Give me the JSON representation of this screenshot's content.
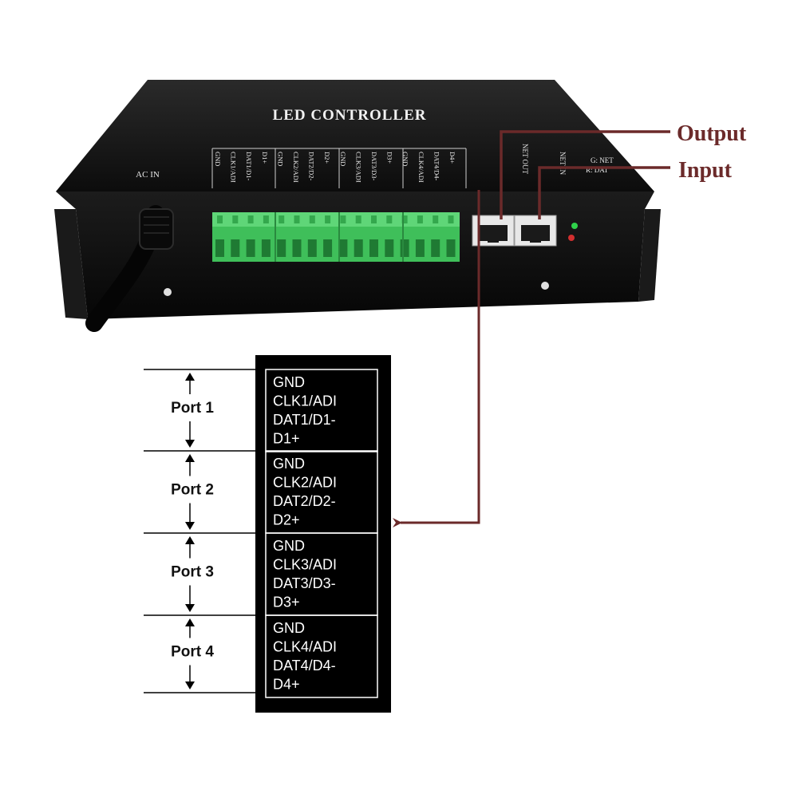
{
  "device": {
    "title": "LED CONTROLLER",
    "ac_in": "AC IN",
    "terminal_labels": [
      "GND",
      "CLK1/ADI",
      "DAT1/D1-",
      "D1+",
      "GND",
      "CLK2/ADI",
      "DAT2/D2-",
      "D2+",
      "GND",
      "CLK3/ADI",
      "DAT3/D3-",
      "D3+",
      "GND",
      "CLK4/ADI",
      "DAT4/D4-",
      "D4+"
    ],
    "net_out": "NET OUT",
    "net_in": "NET IN",
    "side_labels": [
      "G: NET",
      "R: DAT"
    ]
  },
  "callouts": {
    "output": "Output",
    "input": "Input"
  },
  "ports": [
    {
      "label": "Port 1",
      "lines": [
        "GND",
        "CLK1/ADI",
        "DAT1/D1-",
        "D1+"
      ]
    },
    {
      "label": "Port 2",
      "lines": [
        "GND",
        "CLK2/ADI",
        "DAT2/D2-",
        "D2+"
      ]
    },
    {
      "label": "Port 3",
      "lines": [
        "GND",
        "CLK3/ADI",
        "DAT3/D3-",
        "D3+"
      ]
    },
    {
      "label": "Port 4",
      "lines": [
        "GND",
        "CLK4/ADI",
        "DAT4/D4-",
        "D4+"
      ]
    }
  ],
  "colors": {
    "callout": "#6b2a2a",
    "terminal_green": "#3fbf5a",
    "device_body": "#141414"
  }
}
